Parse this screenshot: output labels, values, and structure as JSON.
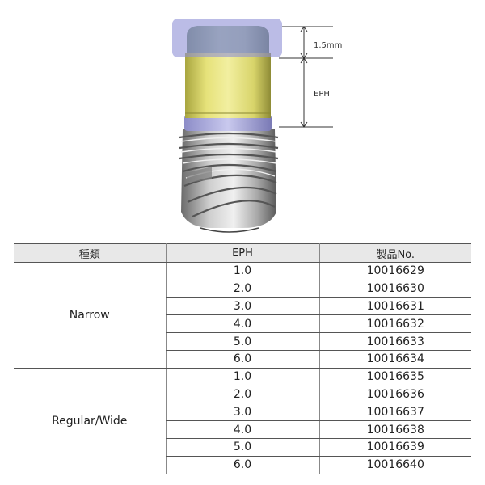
{
  "figure": {
    "dim_top": "1.5mm",
    "dim_eph": "EPH"
  },
  "table": {
    "headers": [
      "種類",
      "EPH",
      "製品No."
    ],
    "groups": [
      {
        "type": "Narrow",
        "rows": [
          {
            "eph": "1.0",
            "no": "10016629"
          },
          {
            "eph": "2.0",
            "no": "10016630"
          },
          {
            "eph": "3.0",
            "no": "10016631"
          },
          {
            "eph": "4.0",
            "no": "10016632"
          },
          {
            "eph": "5.0",
            "no": "10016633"
          },
          {
            "eph": "6.0",
            "no": "10016634"
          }
        ]
      },
      {
        "type": "Regular/Wide",
        "rows": [
          {
            "eph": "1.0",
            "no": "10016635"
          },
          {
            "eph": "2.0",
            "no": "10016636"
          },
          {
            "eph": "3.0",
            "no": "10016637"
          },
          {
            "eph": "4.0",
            "no": "10016638"
          },
          {
            "eph": "5.0",
            "no": "10016639"
          },
          {
            "eph": "6.0",
            "no": "10016640"
          }
        ]
      }
    ]
  }
}
